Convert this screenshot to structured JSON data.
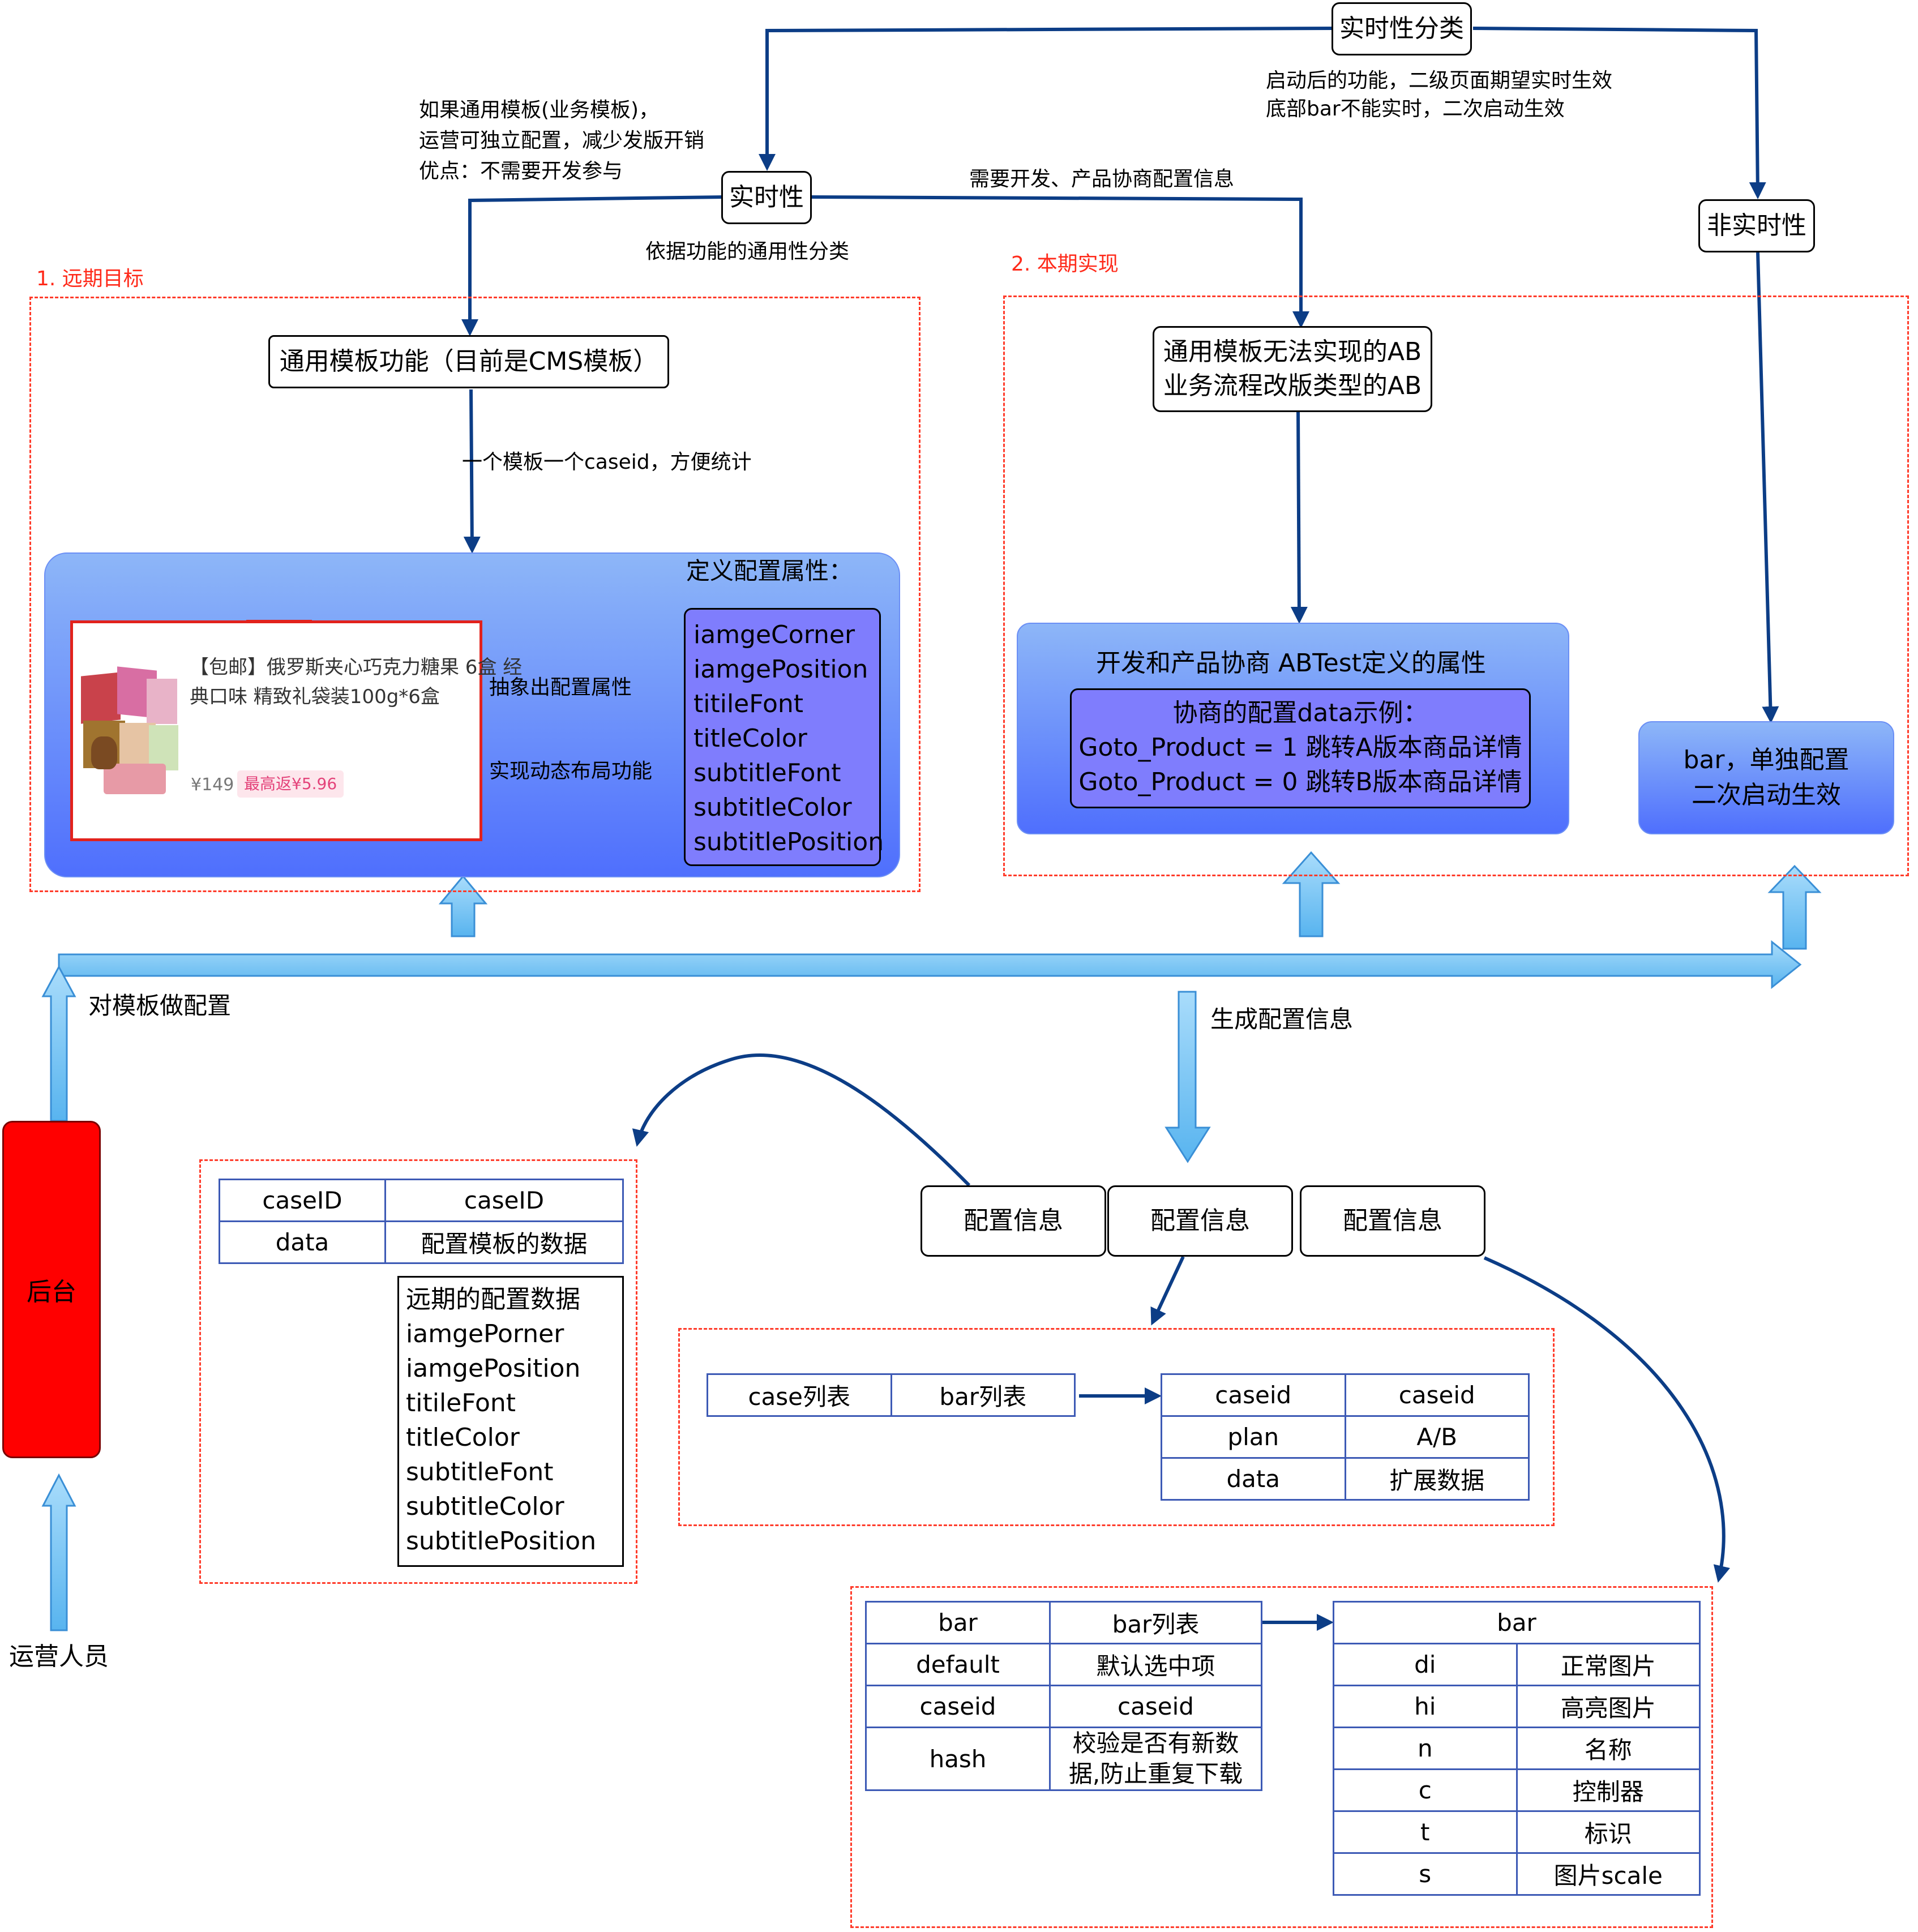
{
  "top": {
    "root_label": "实时性分类",
    "root_note_line1": "启动后的功能，二级页面期望实时生效",
    "root_note_line2": "底部bar不能实时，二次启动生效",
    "realtime_label": "实时性",
    "non_realtime_label": "非实时性",
    "left_note_line1": "如果通用模板(业务模板)，",
    "left_note_line2": "运营可独立配置，减少发版开销",
    "left_note_line3": "优点：不需要开发参与",
    "under_realtime_note": "依据功能的通用性分类",
    "right_edge_note": "需要开发、产品协商配置信息"
  },
  "region1": {
    "title": "1. 远期目标",
    "template_box": "通用模板功能（目前是CMS模板）",
    "edge_note": "一个模板一个caseid，方便统计",
    "panel_title": "定义配置属性：",
    "product_title_line1": "【包邮】俄罗斯夹心巧克力糖果 6盒 经",
    "product_title_line2": "典口味 精致礼袋装100g*6盒",
    "product_price": "¥149",
    "product_badge": "最高返¥5.96",
    "arrow_label_top": "抽象出配置属性",
    "arrow_label_bottom": "实现动态布局功能",
    "attributes": [
      "iamgeCorner",
      "iamgePosition",
      "titileFont",
      "titleColor",
      "subtitleFont",
      "subtitleColor",
      "subtitlePosition"
    ]
  },
  "region2": {
    "title": "2. 本期实现",
    "ab_box_line1": "通用模板无法实现的AB",
    "ab_box_line2": "业务流程改版类型的AB",
    "panel_title": "开发和产品协商 ABTest定义的属性",
    "example_title": "协商的配置data示例：",
    "example_line1": "Goto_Product = 1  跳转A版本商品详情",
    "example_line2": "Goto_Product = 0  跳转B版本商品详情",
    "bar_box_line1": "bar，单独配置",
    "bar_box_line2": "二次启动生效"
  },
  "backend": {
    "label": "后台",
    "operator_label": "运营人员",
    "config_template_label": "对模板做配置",
    "generate_label": "生成配置信息",
    "config_info_labels": [
      "配置信息",
      "配置信息",
      "配置信息"
    ]
  },
  "future_table": {
    "rows": [
      [
        "caseID",
        "caseID"
      ],
      [
        "data",
        "配置模板的数据"
      ]
    ],
    "list_title": "远期的配置数据",
    "list_items": [
      "iamgePorner",
      "iamgePosition",
      "titileFont",
      "titleColor",
      "subtitleFont",
      "subtitleColor",
      "subtitlePosition"
    ]
  },
  "case_table": {
    "list_row": [
      "case列表",
      "bar列表"
    ],
    "rows": [
      [
        "caseid",
        "caseid"
      ],
      [
        "plan",
        "A/B"
      ],
      [
        "data",
        "扩展数据"
      ]
    ]
  },
  "bar_table": {
    "rows": [
      [
        "bar",
        "bar列表"
      ],
      [
        "default",
        "默认选中项"
      ],
      [
        "caseid",
        "caseid"
      ]
    ],
    "hash_key": "hash",
    "hash_value_line1": "校验是否有新数",
    "hash_value_line2": "据,防止重复下载",
    "detail_header": "bar",
    "detail_rows": [
      [
        "di",
        "正常图片"
      ],
      [
        "hi",
        "高亮图片"
      ],
      [
        "n",
        "名称"
      ],
      [
        "c",
        "控制器"
      ],
      [
        "t",
        "标识"
      ],
      [
        "s",
        "图片scale"
      ]
    ]
  },
  "colors": {
    "connector": "#0c3d86",
    "region_border": "#ff3b2a",
    "panel_top": "#8db6f8",
    "panel_bottom": "#4f6ffd",
    "attr_box": "#7f7dfd",
    "backend_fill": "#ff0000",
    "block_arrow": "#6cc0f4",
    "table_border": "#3d5ab5"
  }
}
